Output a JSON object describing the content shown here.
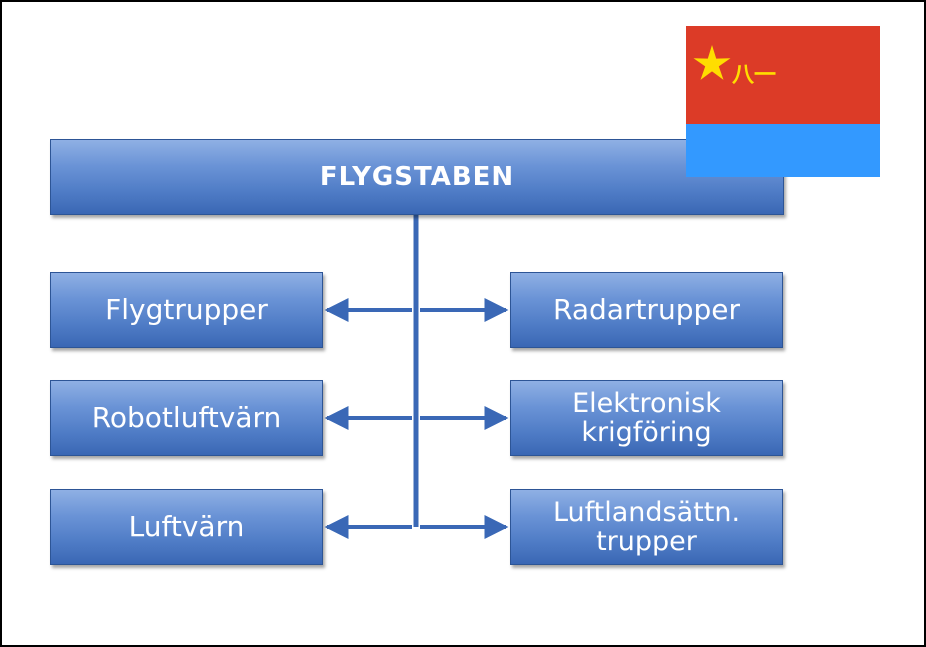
{
  "diagram": {
    "top": {
      "label": "FLYGSTABEN"
    },
    "left": [
      {
        "label": "Flygtrupper"
      },
      {
        "label": "Robotluftvärn"
      },
      {
        "label": "Luftvärn"
      }
    ],
    "right": [
      {
        "lines": [
          "Radartrupper"
        ]
      },
      {
        "lines": [
          "Elektronisk",
          "krigföring"
        ]
      },
      {
        "lines": [
          "Luftlandsättn.",
          "trupper"
        ]
      }
    ]
  },
  "flag": {
    "emblem_text": "八一",
    "colors": {
      "red": "#dc3b27",
      "blue": "#3399ff",
      "star": "#ffdd00"
    }
  },
  "colors": {
    "connector": "#3a68b6",
    "box_text": "#ffffff",
    "border": "#000000"
  }
}
